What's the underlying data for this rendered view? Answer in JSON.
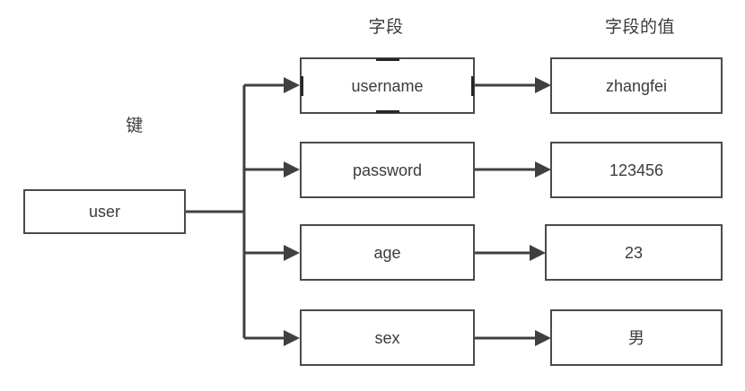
{
  "diagram": {
    "title": "Redis hash key / field / value structure",
    "stroke_color": "#4a4a4a",
    "line_color": "#404040",
    "text_color": "#3b3b3b",
    "background": "#ffffff"
  },
  "headers": {
    "key": "键",
    "field": "字段",
    "value": "字段的值"
  },
  "key_node": {
    "label": "user"
  },
  "rows": [
    {
      "field": "username",
      "value": "zhangfei"
    },
    {
      "field": "password",
      "value": "123456"
    },
    {
      "field": "age",
      "value": "23"
    },
    {
      "field": "sex",
      "value": "男"
    }
  ]
}
